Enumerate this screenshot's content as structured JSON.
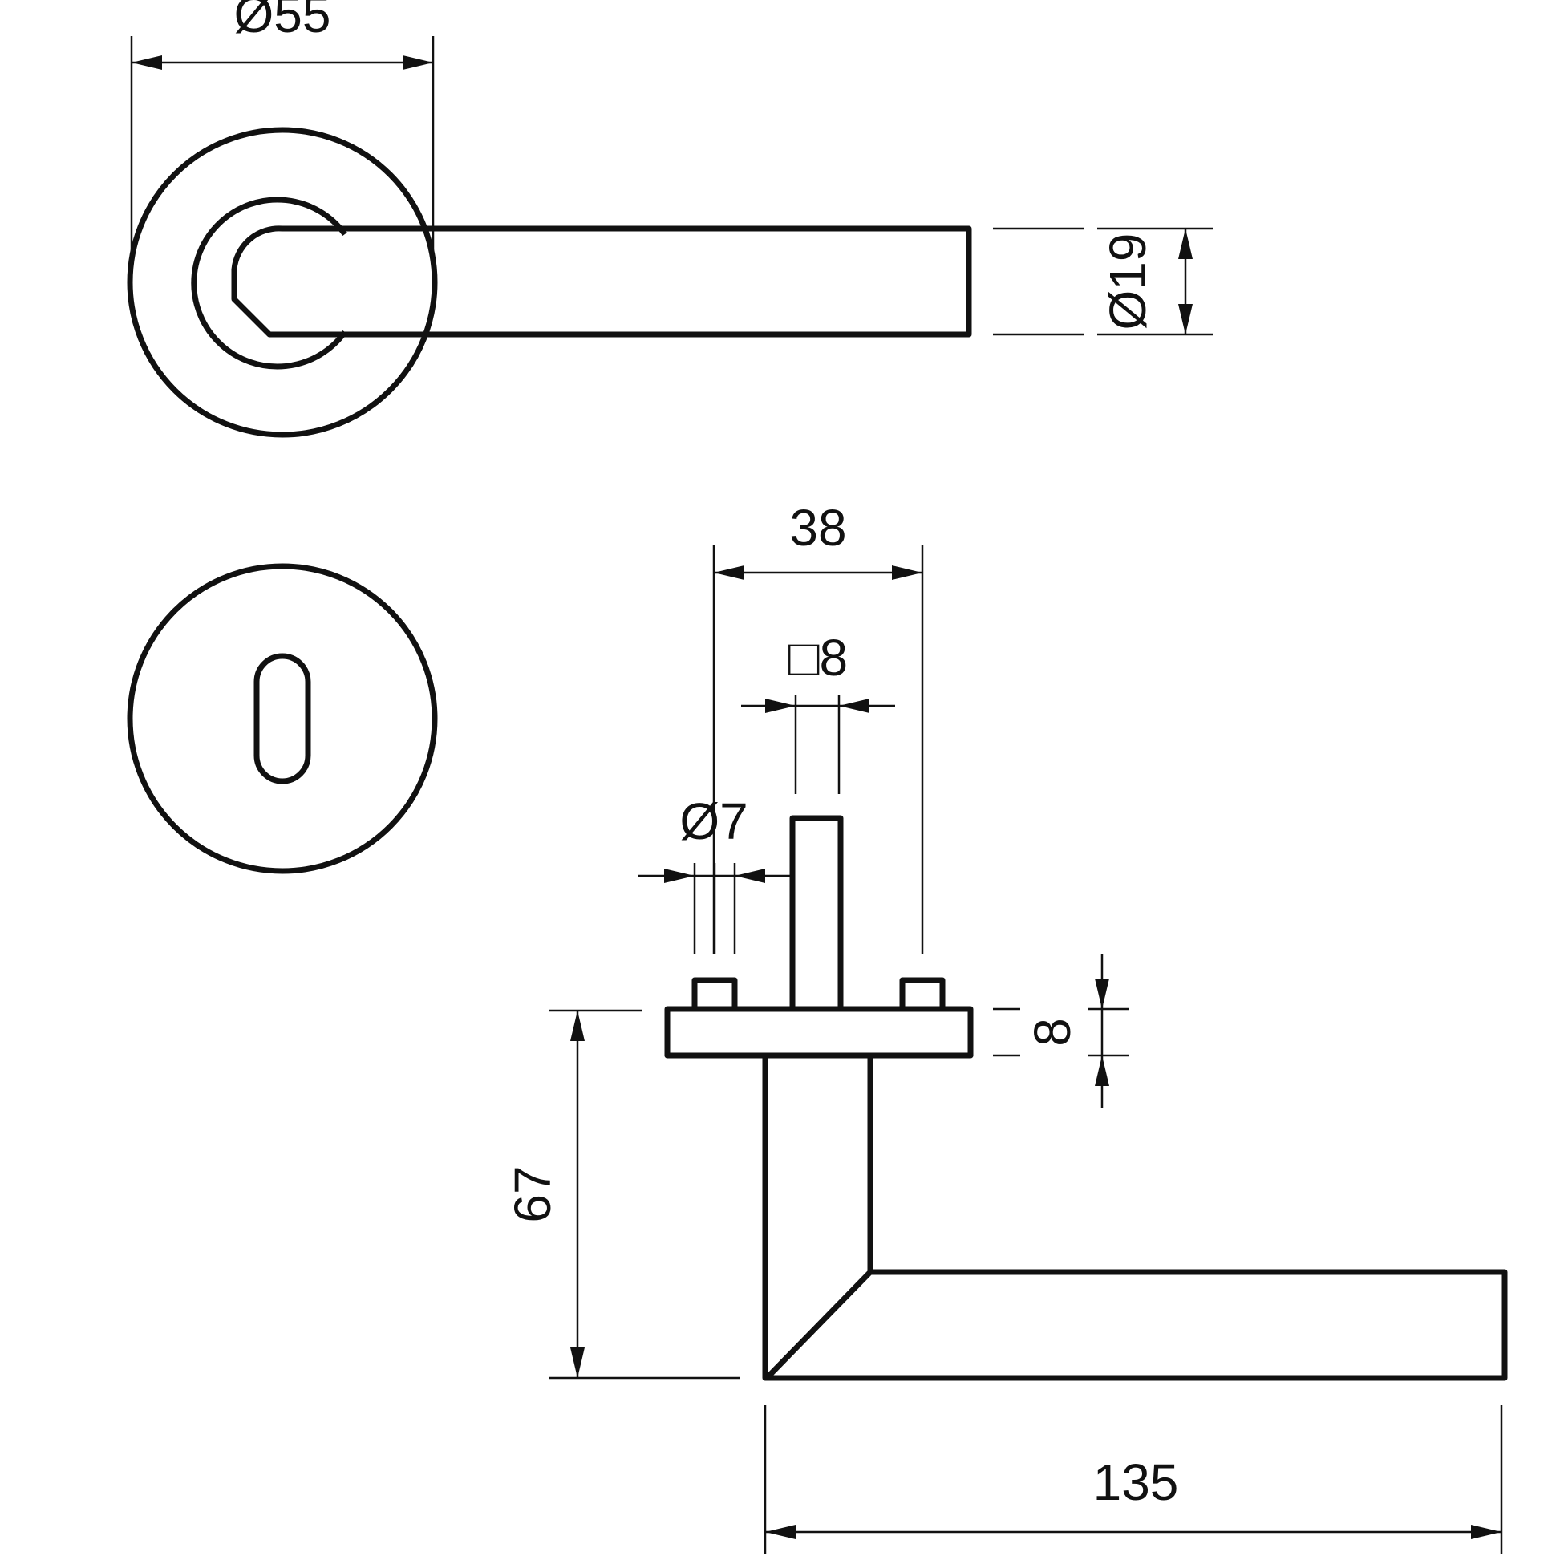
{
  "diagram": {
    "colors": {
      "line": "#111111",
      "background": "#ffffff"
    },
    "views": [
      {
        "id": "handle-top-view"
      },
      {
        "id": "key-escutcheon"
      },
      {
        "id": "handle-side-view"
      }
    ],
    "dimensions": {
      "rose_diameter": "Ø55",
      "handle_diameter": "Ø19",
      "rose_width": "38",
      "spindle_square": "□8",
      "pin_diameter": "Ø7",
      "rose_thickness": "8",
      "handle_height": "67",
      "handle_length": "135"
    }
  }
}
